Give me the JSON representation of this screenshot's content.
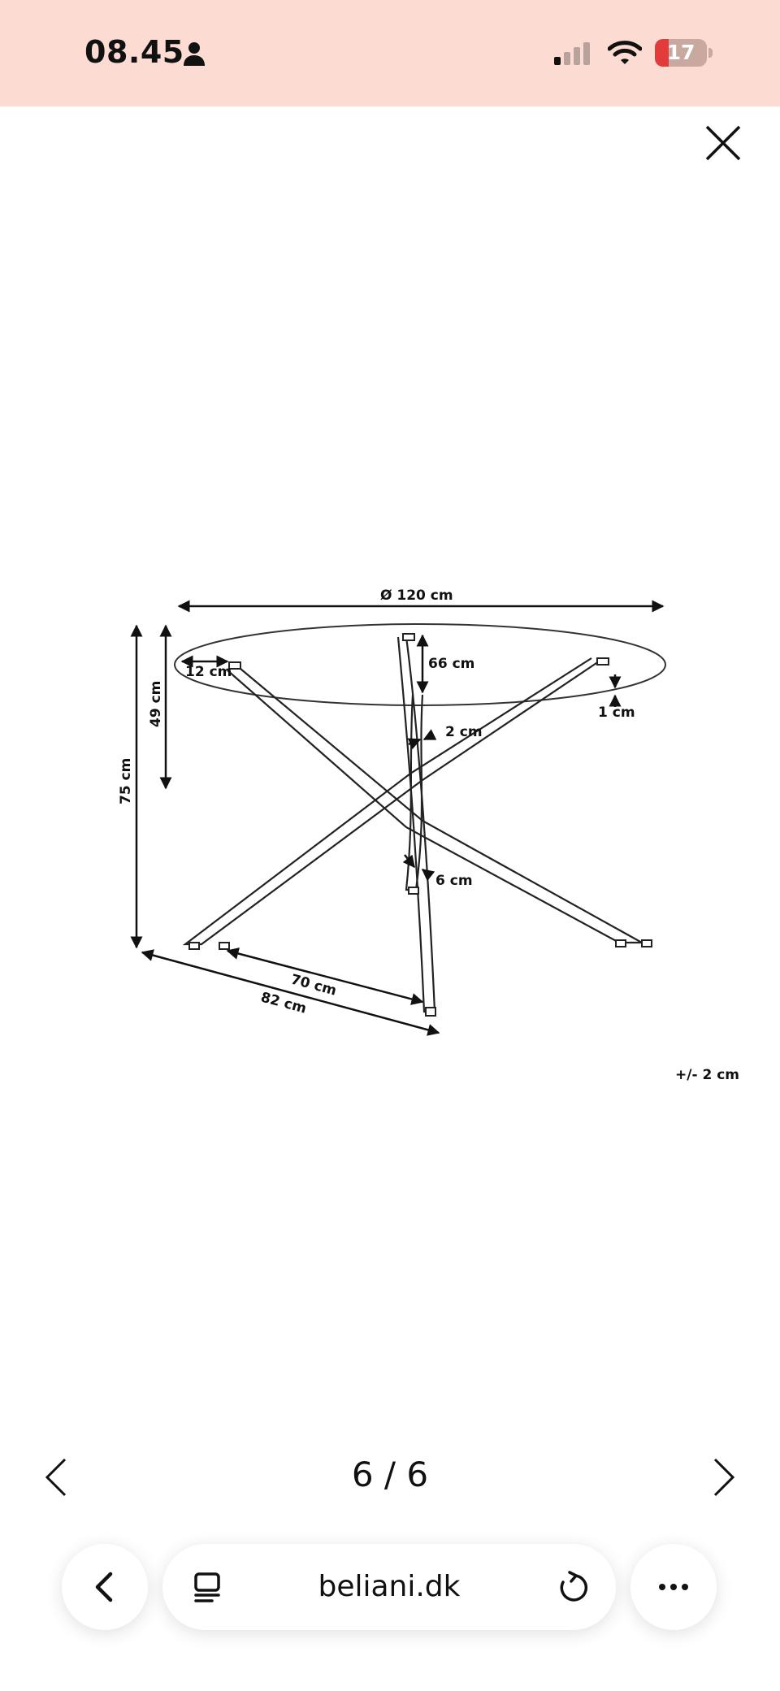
{
  "status_bar": {
    "time": "08.45",
    "battery_level": "17",
    "battery_fraction": 0.17,
    "background_color": "#fcdcd2",
    "battery_color": "#e23b3b"
  },
  "viewer": {
    "close_icon": "close-icon",
    "image": {
      "diameter_label": "Ø 120 cm",
      "total_height_label": "75 cm",
      "clearance_label": "49 cm",
      "inner_leg_height_label": "66 cm",
      "overhang_label": "12 cm",
      "glass_thickness_label": "1 cm",
      "leg_width_label": "2 cm",
      "leg_base_label": "6 cm",
      "leg_span_inner_label": "70 cm",
      "leg_span_outer_label": "82 cm",
      "tolerance_label": "+/- 2 cm"
    },
    "counter": "6 / 6",
    "prev_icon": "chevron-left-icon",
    "next_icon": "chevron-right-icon"
  },
  "toolbar": {
    "back_icon": "back-icon",
    "url": "beliani.dk",
    "reader_icon": "reader-icon",
    "reload_icon": "reload-icon",
    "more_icon": "more-icon"
  }
}
